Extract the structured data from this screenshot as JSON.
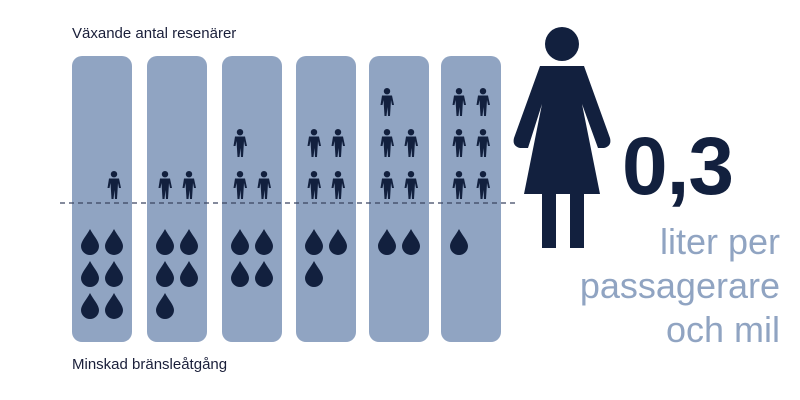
{
  "labels": {
    "top": "Växande antal resenärer",
    "bottom": "Minskad bränsleåtgång"
  },
  "columns": [
    {
      "travelers": 1,
      "drops": 6
    },
    {
      "travelers": 2,
      "drops": 5
    },
    {
      "travelers": 3,
      "drops": 4
    },
    {
      "travelers": 4,
      "drops": 3
    },
    {
      "travelers": 5,
      "drops": 2
    },
    {
      "travelers": 6,
      "drops": 1
    }
  ],
  "value": {
    "number": "0,3",
    "unit_lines": [
      "liter per",
      "passagerare",
      "och mil"
    ]
  },
  "colors": {
    "navy": "#12203e",
    "panel": "#90a4c2",
    "divider": "#3a4560"
  },
  "icons": {
    "traveler": "person-icon",
    "fuel": "drop-icon",
    "featured": "woman-icon"
  }
}
